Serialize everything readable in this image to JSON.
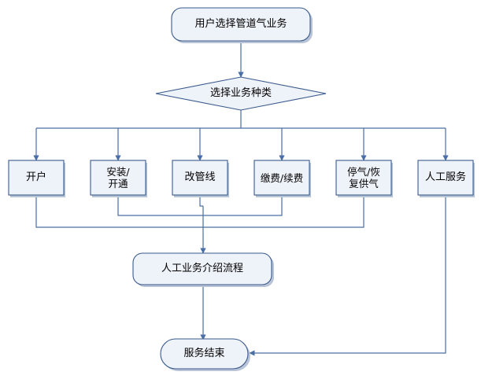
{
  "diagram": {
    "type": "flowchart",
    "colors": {
      "node_fill": "#eef2f9",
      "node_stroke": "#3a5a8c",
      "arrow_stroke": "#4a6fa5",
      "shadow": "#b9c4d6",
      "text": "#000000"
    },
    "nodes": [
      {
        "id": "start",
        "shape": "rounded-rect",
        "label": "用户选择管道气业务"
      },
      {
        "id": "decision",
        "shape": "diamond",
        "label": "选择业务种类"
      },
      {
        "id": "opt1",
        "shape": "rect",
        "label": "开户"
      },
      {
        "id": "opt2",
        "shape": "rect",
        "label": "安装/\n开通"
      },
      {
        "id": "opt3",
        "shape": "rect",
        "label": "改管线"
      },
      {
        "id": "opt4",
        "shape": "rect",
        "label": "缴费/续费"
      },
      {
        "id": "opt5",
        "shape": "rect",
        "label": "停气/恢\n复供气"
      },
      {
        "id": "opt6",
        "shape": "rect",
        "label": "人工服务"
      },
      {
        "id": "manual",
        "shape": "rounded-rect",
        "label": "人工业务介绍流程"
      },
      {
        "id": "end",
        "shape": "rounded-rect",
        "label": "服务结束"
      }
    ],
    "edges": [
      {
        "from": "start",
        "to": "decision"
      },
      {
        "from": "decision",
        "to": "opt1"
      },
      {
        "from": "decision",
        "to": "opt2"
      },
      {
        "from": "decision",
        "to": "opt3"
      },
      {
        "from": "decision",
        "to": "opt4"
      },
      {
        "from": "decision",
        "to": "opt5"
      },
      {
        "from": "decision",
        "to": "opt6"
      },
      {
        "from": "opt1",
        "to": "manual"
      },
      {
        "from": "opt2",
        "to": "manual"
      },
      {
        "from": "opt3",
        "to": "manual"
      },
      {
        "from": "opt4",
        "to": "manual"
      },
      {
        "from": "opt5",
        "to": "manual"
      },
      {
        "from": "manual",
        "to": "end"
      },
      {
        "from": "opt6",
        "to": "end"
      }
    ]
  }
}
